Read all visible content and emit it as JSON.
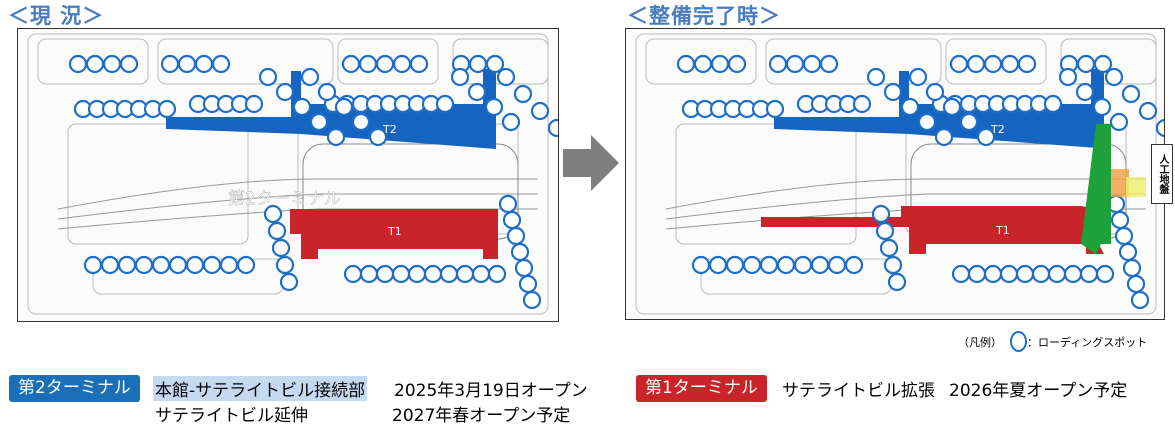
{
  "titles": {
    "current": "＜現 況＞",
    "completed": "＜整備完了時＞"
  },
  "map_labels": {
    "t2": "T2",
    "t1": "T1",
    "overlay_t2": "第2ターミナル",
    "callout": "人工地盤"
  },
  "legend": {
    "prefix": "（凡例）",
    "item": "：ローディングスポット"
  },
  "terminal2": {
    "badge": "第2ターミナル",
    "line1_item": "本館-サテライトビル接続部",
    "line1_date": "2025年3月19日オープン",
    "line2_item": "サテライトビル延伸",
    "line2_date": "2027年春オープン予定"
  },
  "terminal1": {
    "badge": "第1ターミナル",
    "item": "サテライトビル拡張",
    "date": "2026年夏オープン予定"
  },
  "colors": {
    "t2": "#1565c0",
    "t1": "#c8242a",
    "green": "#1ea03a",
    "spot": "#1e6ec8",
    "title": "#4a7cc0",
    "highlight": "#c5d9f1",
    "arrow": "#7f7f7f"
  }
}
